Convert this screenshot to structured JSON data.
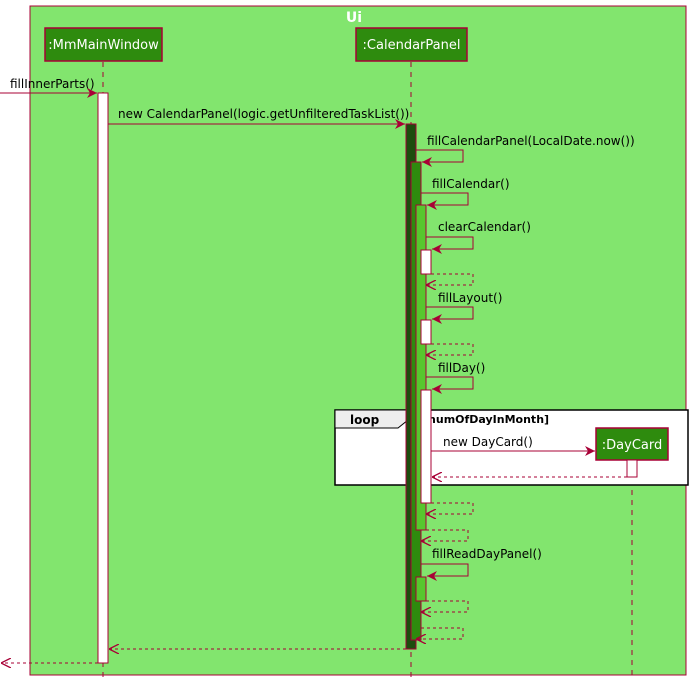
{
  "frame": {
    "title": "Ui",
    "fill": "#82e56e",
    "border": "#a80036"
  },
  "participants": {
    "main_window": ":MmMainWindow",
    "calendar_panel": ":CalendarPanel",
    "day_card": ":DayCard"
  },
  "colors": {
    "participant_fill": "#2e8b0e",
    "participant_border": "#a80036",
    "arrow": "#a80036",
    "lifeline": "#a80036",
    "activation_dark": "#1d4d0e",
    "activation_mid": "#2e8b0e",
    "activation_light": "#57c72e",
    "activation_white": "#ffffff"
  },
  "messages": {
    "fill_inner_parts": "fillInnerParts()",
    "new_calendar_panel": "new CalendarPanel(logic.getUnfilteredTaskList())",
    "fill_calendar_panel": "fillCalendarPanel(LocalDate.now())",
    "fill_calendar": "fillCalendar()",
    "clear_calendar": "clearCalendar()",
    "fill_layout": "fillLayout()",
    "fill_day": "fillDay()",
    "new_day_card": "new DayCard()",
    "fill_read_day_panel": "fillReadDayPanel()"
  },
  "loop": {
    "keyword": "loop",
    "guard": "[numOfDayInMonth]"
  }
}
